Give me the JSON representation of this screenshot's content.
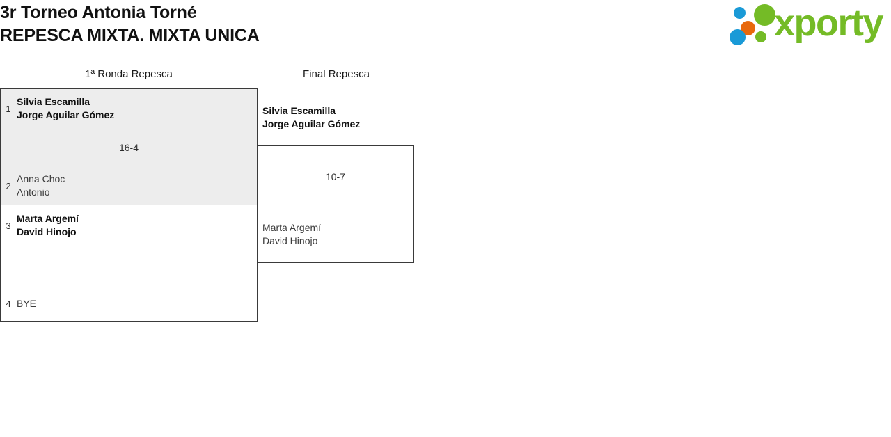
{
  "header": {
    "title_line1": "3r Torneo Antonia Torné",
    "title_line2": "REPESCA MIXTA. MIXTA UNICA",
    "logo_text": "xporty"
  },
  "bracket": {
    "rounds": [
      {
        "label": "1ª Ronda Repesca"
      },
      {
        "label": "Final Repesca"
      }
    ],
    "matches": {
      "r1m1": {
        "score": "16-4",
        "top": {
          "seed": "1",
          "line1": "Silvia Escamilla",
          "line2": "Jorge Aguilar Gómez"
        },
        "bottom": {
          "seed": "2",
          "line1": "Anna Choc",
          "line2": "Antonio"
        }
      },
      "r1m2": {
        "score": "",
        "top": {
          "seed": "3",
          "line1": "Marta Argemí",
          "line2": "David Hinojo"
        },
        "bottom": {
          "seed": "4",
          "line1": "BYE",
          "line2": ""
        }
      },
      "r2m1": {
        "score": "10-7",
        "top": {
          "line1": "Silvia Escamilla",
          "line2": "Jorge Aguilar Gómez"
        },
        "bottom": {
          "line1": "Marta Argemí",
          "line2": "David Hinojo"
        }
      }
    }
  }
}
